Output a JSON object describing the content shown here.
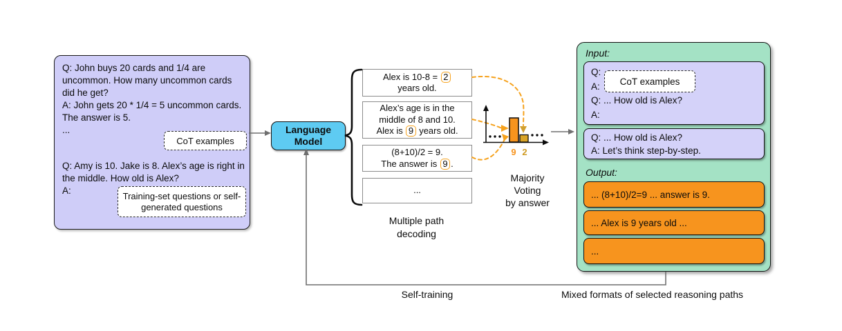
{
  "left_panel": {
    "para1": "Q: John buys 20 cards and 1/4 are uncommon. How many uncommon cards did he get?\nA: John gets 20 * 1/4 = 5 uncommon cards. The answer is 5.\n...",
    "cot_label": "CoT examples",
    "para2": "Q: Amy is 10. Jake is 8. Alex’s age is right in the middle. How old is Alex?\nA:",
    "train_label": "Training-set questions or self-generated questions"
  },
  "language_model": {
    "label": "Language\nModel"
  },
  "decoded_paths": {
    "boxes": [
      {
        "pre": "Alex is 10-8 = ",
        "highlight": "2",
        "post": "\nyears old."
      },
      {
        "pre": "Alex’s age is in the\nmiddle of 8 and 10.\nAlex is ",
        "highlight": "9",
        "post": " years old."
      },
      {
        "pre": "(8+10)/2 = 9.\nThe answer is ",
        "highlight": "9",
        "post": "."
      },
      {
        "text": "..."
      }
    ],
    "caption": "Multiple path\ndecoding"
  },
  "voting": {
    "caption": "Majority\nVoting\nby answer",
    "histogram": {
      "type": "bar",
      "bars": [
        {
          "answer": "9",
          "votes_height": 35
        },
        {
          "answer": "2",
          "votes_height": 11
        }
      ]
    }
  },
  "result_panel": {
    "input_label": "Input:",
    "prompt1_lines": "Q:\nA:\nQ: ... How old is Alex?\nA:",
    "prompt1_cot_label": "CoT examples",
    "prompt2_lines": "Q: ... How old is Alex?\nA: Let’s think step-by-step.",
    "output_label": "Output:",
    "outputs": [
      "... (8+10)/2=9 ... answer is 9.",
      "... Alex is 9 years old ...",
      "..."
    ]
  },
  "footer": {
    "self_training": "Self-training",
    "mixed_formats": "Mixed formats of selected reasoning paths"
  },
  "colors": {
    "panel_purple": "#cfcdf8",
    "panel_green": "#a4e2c5",
    "lm_cyan": "#5ecbf2",
    "accent_orange": "#f7941e",
    "accent_mustard": "#d9a427"
  }
}
